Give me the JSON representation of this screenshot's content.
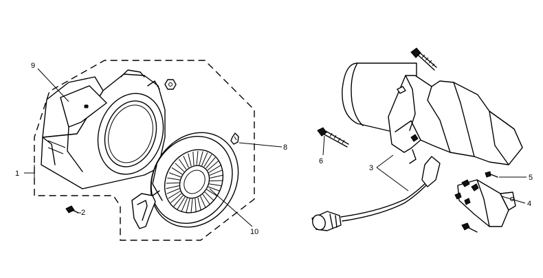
{
  "callouts": {
    "c1": "1",
    "c2": "2",
    "c3": "3",
    "c4": "4",
    "c5": "5",
    "c6": "6",
    "c8": "8",
    "c9": "9",
    "c10": "10"
  },
  "parts": {
    "fan_shroud": "fan-shroud-icon",
    "recoil_starter": "recoil-starter-icon",
    "starter_handle": "starter-handle-icon",
    "starter_motor": "starter-motor-icon",
    "starter_cable": "starter-cable-icon",
    "solenoid": "solenoid-icon",
    "bolt": "bolt-icon",
    "screw": "screw-icon",
    "nut": "nut-icon",
    "clip": "clip-icon"
  }
}
